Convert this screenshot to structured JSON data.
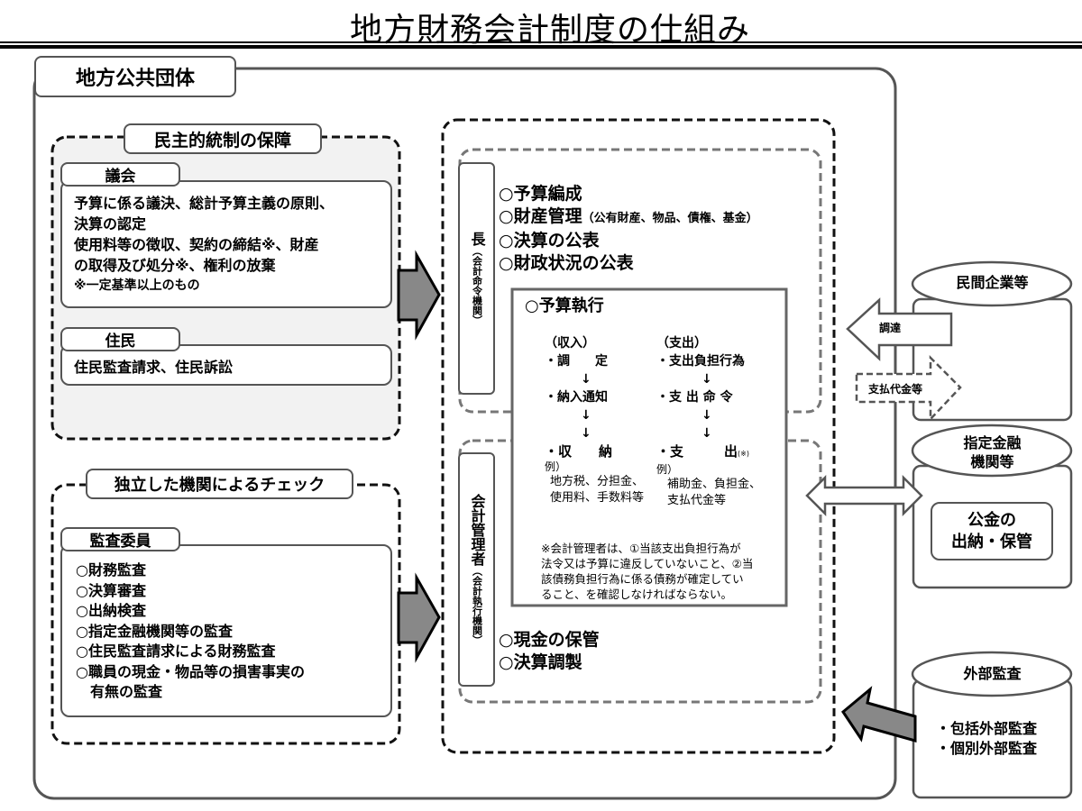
{
  "title": "地方財務会計制度の仕組み",
  "org": {
    "label": "地方公共団体"
  },
  "democratic": {
    "label": "民主的統制の保障",
    "council": {
      "label": "議会",
      "lines": [
        "予算に係る議決、総計予算主義の原則、",
        "決算の認定",
        "使用料等の徴収、契約の締結※、財産",
        "の取得及び処分※、権利の放棄",
        "※一定基準以上のもの"
      ]
    },
    "residents": {
      "label": "住民",
      "text": "住民監査請求、住民訴訟"
    }
  },
  "independent": {
    "label": "独立した機関によるチェック",
    "auditors": {
      "label": "監査委員",
      "items": [
        "○財務監査",
        "○決算審査",
        "○出納検査",
        "○指定金融機関等の監査",
        "○住民監査請求による財務監査",
        "○職員の現金・物品等の損害事実の",
        "　有無の監査"
      ]
    }
  },
  "head": {
    "label": "長",
    "sub": "（会計命令機関）",
    "items": [
      "○予算編成",
      "○財産管理",
      "○決算の公表",
      "○財政状況の公表"
    ],
    "property_note": "（公有財産、物品、債権、基金）"
  },
  "execution": {
    "label": "○予算執行",
    "income": {
      "header": "（収入）",
      "step1": "・調　　定",
      "step2": "・納入通知",
      "step3": "・収　　納",
      "example": "例）",
      "examples": [
        "地方税、分担金、",
        "使用料、手数料等"
      ]
    },
    "expense": {
      "header": "（支出）",
      "step1": "・支出負担行為",
      "step2": "・支 出 命 令",
      "step3": "・支　　　出",
      "mark": "(※)",
      "example": "例）",
      "examples": [
        "補助金、負担金、",
        "支払代金等"
      ]
    },
    "note": [
      "※会計管理者は、①当該支出負担行為が",
      "法令又は予算に違反していないこと、②当",
      "該債務負担行為に係る債務が確定してい",
      "ること、を確認しなければならない。"
    ],
    "arrow": "↓"
  },
  "accountant": {
    "label": "会計管理者",
    "sub": "（会計執行機関）",
    "items": [
      "○現金の保管",
      "○決算調製"
    ]
  },
  "private": {
    "label": "民間企業等",
    "procure": "調達",
    "payment": "支払代金等"
  },
  "bank": {
    "label": [
      "指定金融",
      "機関等"
    ],
    "inner": [
      "公金の",
      "出納・保管"
    ]
  },
  "external": {
    "label": "外部監査",
    "items": [
      "・包括外部監査",
      "・個別外部監査"
    ]
  }
}
